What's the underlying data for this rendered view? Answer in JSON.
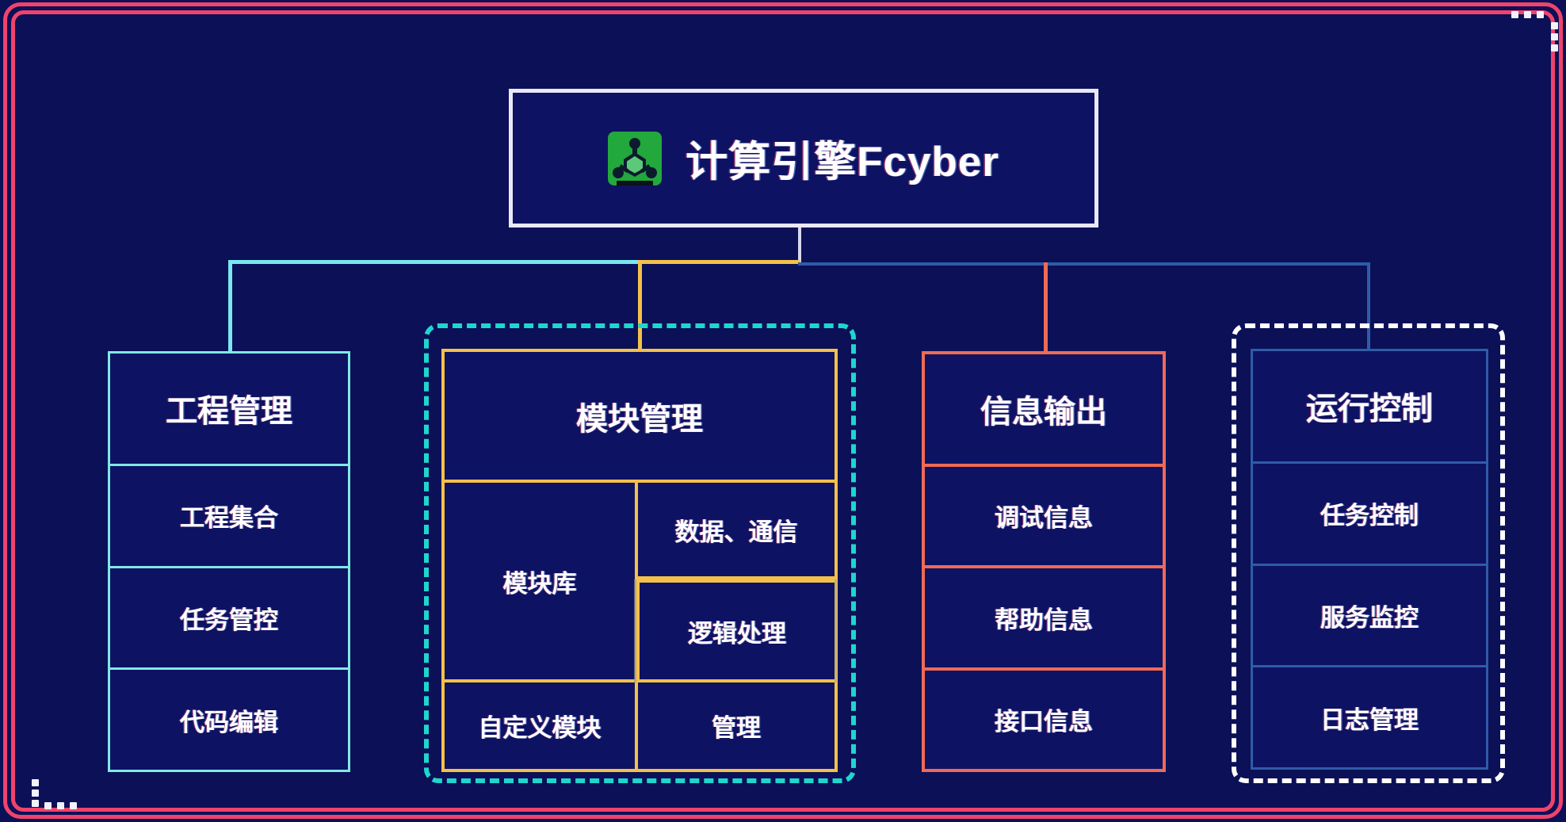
{
  "diagram": {
    "title": {
      "text": "计算引擎Fcyber",
      "icon": "molecule-node-icon",
      "icon_color": "#22a83c"
    },
    "columns": [
      {
        "id": "project-management",
        "header": "工程管理",
        "accent": "#7fe9e6",
        "dashed_outline": false,
        "items": [
          "工程集合",
          "任务管控",
          "代码编辑"
        ]
      },
      {
        "id": "module-management",
        "header": "模块管理",
        "accent": "#f3c14a",
        "dashed_outline": true,
        "dash_color": "#1fd6cf",
        "left_cell": "模块库",
        "right_top": "数据、通信",
        "right_middle": "逻辑处理",
        "bottom_left": "自定义模块",
        "bottom_right": "管理"
      },
      {
        "id": "information-output",
        "header": "信息输出",
        "accent": "#ef6a55",
        "dashed_outline": false,
        "items": [
          "调试信息",
          "帮助信息",
          "接口信息"
        ]
      },
      {
        "id": "runtime-control",
        "header": "运行控制",
        "accent": "#2f5ca8",
        "dashed_outline": true,
        "dash_color": "#ffffff",
        "items": [
          "任务控制",
          "服务监控",
          "日志管理"
        ]
      }
    ],
    "frame": {
      "border_color": "#f0436b",
      "background": "#0b1057"
    }
  }
}
